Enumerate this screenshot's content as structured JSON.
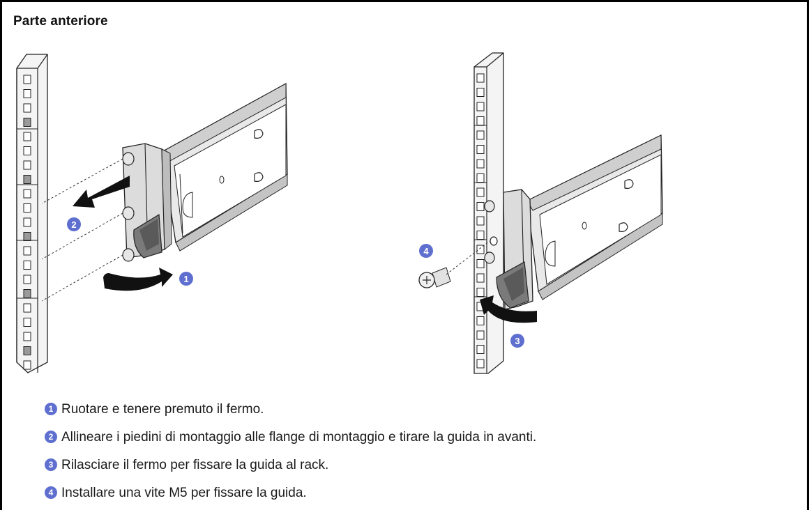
{
  "header": {
    "title": "Parte anteriore"
  },
  "figure": {
    "callouts": [
      "1",
      "2",
      "3",
      "4"
    ]
  },
  "steps": [
    {
      "number": "1",
      "text": "Ruotare e tenere premuto il fermo."
    },
    {
      "number": "2",
      "text": "Allineare i piedini di montaggio alle flange di montaggio e tirare la guida in avanti."
    },
    {
      "number": "3",
      "text": "Rilasciare il fermo per fissare la guida al rack."
    },
    {
      "number": "4",
      "text": "Installare una vite M5 per fissare la guida."
    }
  ],
  "colors": {
    "callout": "#5f6fcf",
    "metal": "#d8d8d8",
    "latch": "#7a7a7a"
  }
}
